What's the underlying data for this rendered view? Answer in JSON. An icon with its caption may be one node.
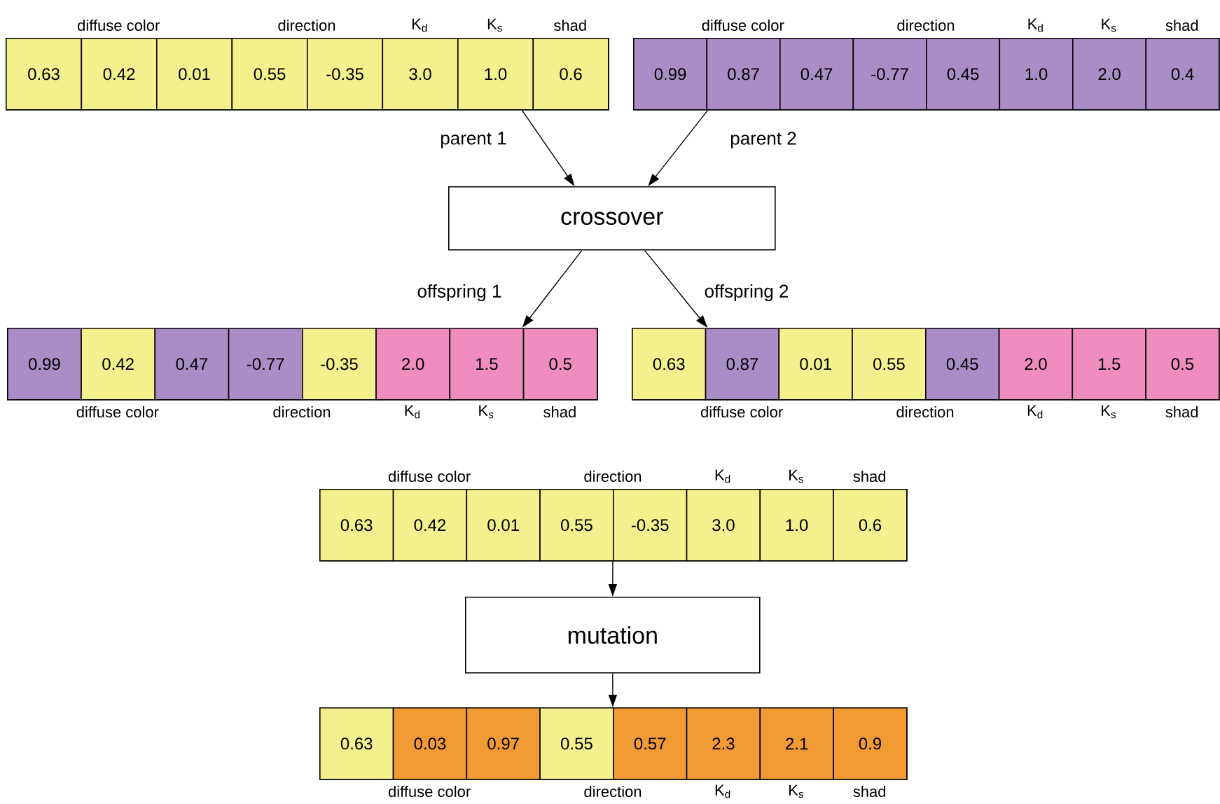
{
  "diagram": {
    "nodes": [
      {
        "text": [],
        "shape": "bar",
        "beside": [
          "diffuse color",
          "direction",
          "K$_{d}$",
          "K$_{s}$",
          "shad"
        ]
      },
      {
        "text": [
          "0.63"
        ],
        "in": 0
      },
      {
        "text": [
          "0.42"
        ],
        "in": 0
      },
      {
        "text": [
          "0.01"
        ],
        "in": 0
      },
      {
        "text": [
          "0.55"
        ],
        "in": 0
      },
      {
        "text": [
          "-0.35"
        ],
        "in": 0
      },
      {
        "text": [
          "3.0"
        ],
        "in": 0
      },
      {
        "text": [
          "1.0"
        ],
        "in": 0
      },
      {
        "text": [
          "0.6"
        ],
        "in": 0
      },
      {
        "text": [],
        "shape": "bar",
        "beside": [
          "diffuse color",
          "direction",
          "K$_{d}$",
          "K$_{s}$",
          "shad"
        ]
      },
      {
        "text": [
          "0.99"
        ],
        "in": 9
      },
      {
        "text": [
          "0.87"
        ],
        "in": 9
      },
      {
        "text": [
          "0.47"
        ],
        "in": 9
      },
      {
        "text": [
          "-0.77"
        ],
        "in": 9
      },
      {
        "text": [
          "0.45"
        ],
        "in": 9
      },
      {
        "text": [
          "1.0"
        ],
        "in": 9
      },
      {
        "text": [
          "2.0"
        ],
        "in": 9
      },
      {
        "text": [
          "0.4"
        ],
        "in": 9
      },
      {
        "text": [
          "crossover"
        ]
      },
      {
        "text": [],
        "shape": "bar",
        "beside": [
          "diffuse color",
          "direction",
          "K$_{d}$",
          "K$_{s}$",
          "shad"
        ]
      },
      {
        "text": [
          "0.99"
        ],
        "in": 19
      },
      {
        "text": [
          "0.42"
        ],
        "in": 19
      },
      {
        "text": [
          "0.47"
        ],
        "in": 19
      },
      {
        "text": [
          "-0.77"
        ],
        "in": 19
      },
      {
        "text": [
          "-0.35"
        ],
        "in": 19
      },
      {
        "text": [
          "2.0"
        ],
        "in": 19
      },
      {
        "text": [
          "1.5"
        ],
        "in": 19
      },
      {
        "text": [
          "0.5"
        ],
        "in": 19
      },
      {
        "text": [],
        "shape": "bar",
        "beside": [
          "diffuse color",
          "direction",
          "K$_{d}$",
          "K$_{s}$",
          "shad"
        ]
      },
      {
        "text": [
          "0.63"
        ],
        "in": 28
      },
      {
        "text": [
          "0.87"
        ],
        "in": 28
      },
      {
        "text": [
          "0.01"
        ],
        "in": 28
      },
      {
        "text": [
          "0.55"
        ],
        "in": 28
      },
      {
        "text": [
          "0.45"
        ],
        "in": 28
      },
      {
        "text": [
          "2.0"
        ],
        "in": 28
      },
      {
        "text": [
          "1.5"
        ],
        "in": 28
      },
      {
        "text": [
          "0.5"
        ],
        "in": 28
      },
      {
        "text": [],
        "shape": "bar",
        "beside": [
          "diffuse color",
          "direction",
          "K$_{d}$",
          "K$_{s}$",
          "shad"
        ]
      },
      {
        "text": [
          "0.63"
        ],
        "in": 37
      },
      {
        "text": [
          "0.42"
        ],
        "in": 37
      },
      {
        "text": [
          "0.01"
        ],
        "in": 37
      },
      {
        "text": [
          "0.55"
        ],
        "in": 37
      },
      {
        "text": [
          "-0.35"
        ],
        "in": 37
      },
      {
        "text": [
          "3.0"
        ],
        "in": 37
      },
      {
        "text": [
          "1.0"
        ],
        "in": 37
      },
      {
        "text": [
          "0.6"
        ],
        "in": 37
      },
      {
        "text": [
          "mutation"
        ]
      },
      {
        "text": [],
        "shape": "bar",
        "beside": [
          "diffuse color",
          "direction",
          "K$_{d}$",
          "K$_{s}$",
          "shad"
        ]
      },
      {
        "text": [
          "0.63"
        ],
        "in": 47
      },
      {
        "text": [
          "0.03"
        ],
        "in": 47
      },
      {
        "text": [
          "0.97"
        ],
        "in": 47
      },
      {
        "text": [
          "0.55"
        ],
        "in": 47
      },
      {
        "text": [
          "0.57"
        ],
        "in": 47
      },
      {
        "text": [
          "2.3"
        ],
        "in": 47
      },
      {
        "text": [
          "2.1"
        ],
        "in": 47
      },
      {
        "text": [
          "0.9"
        ],
        "in": 47
      }
    ],
    "edges": [
      {
        "from": 0,
        "to": 18,
        "arrow": "to",
        "label": "parent 1"
      },
      {
        "from": 9,
        "to": 18,
        "arrow": "to",
        "label": "parent 2"
      },
      {
        "from": 18,
        "to": 19,
        "arrow": "to",
        "label": "offspring 1"
      },
      {
        "from": 18,
        "to": 28,
        "arrow": "to",
        "label": "offspring 2"
      },
      {
        "from": 37,
        "to": 46,
        "arrow": "to"
      },
      {
        "from": 46,
        "to": 47,
        "arrow": "to"
      }
    ]
  }
}
